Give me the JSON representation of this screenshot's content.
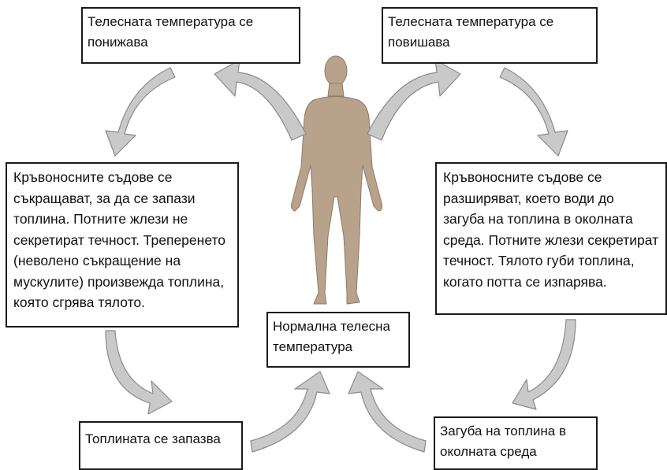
{
  "boxes": {
    "temp_drops": "Телесната температура се понижава",
    "temp_rises": "Телесната температура се повишава",
    "cold_response": "Кръвоносните съдове се съкращават, за да се запази топлина. Потните жлези не секретират течност. Треперенето (неволено съкращение на мускулите) произвежда топлина, която сгрява тялото.",
    "heat_response": "Кръвоносните съдове се разширяват, което води до загуба на топлина в околната среда. Потните жлези секретират течност. Тялото губи топлина, когато потта се изпарява.",
    "normal": "Нормална телесна температура",
    "heat_retained": "Топлината се запазва",
    "heat_lost": "Загуба на топлина в околната среда"
  },
  "colors": {
    "figure": "#b9a28b",
    "arrow_fill": "#c9c9c9",
    "arrow_stroke": "#8a8a8a",
    "border": "#1a1a1a"
  }
}
